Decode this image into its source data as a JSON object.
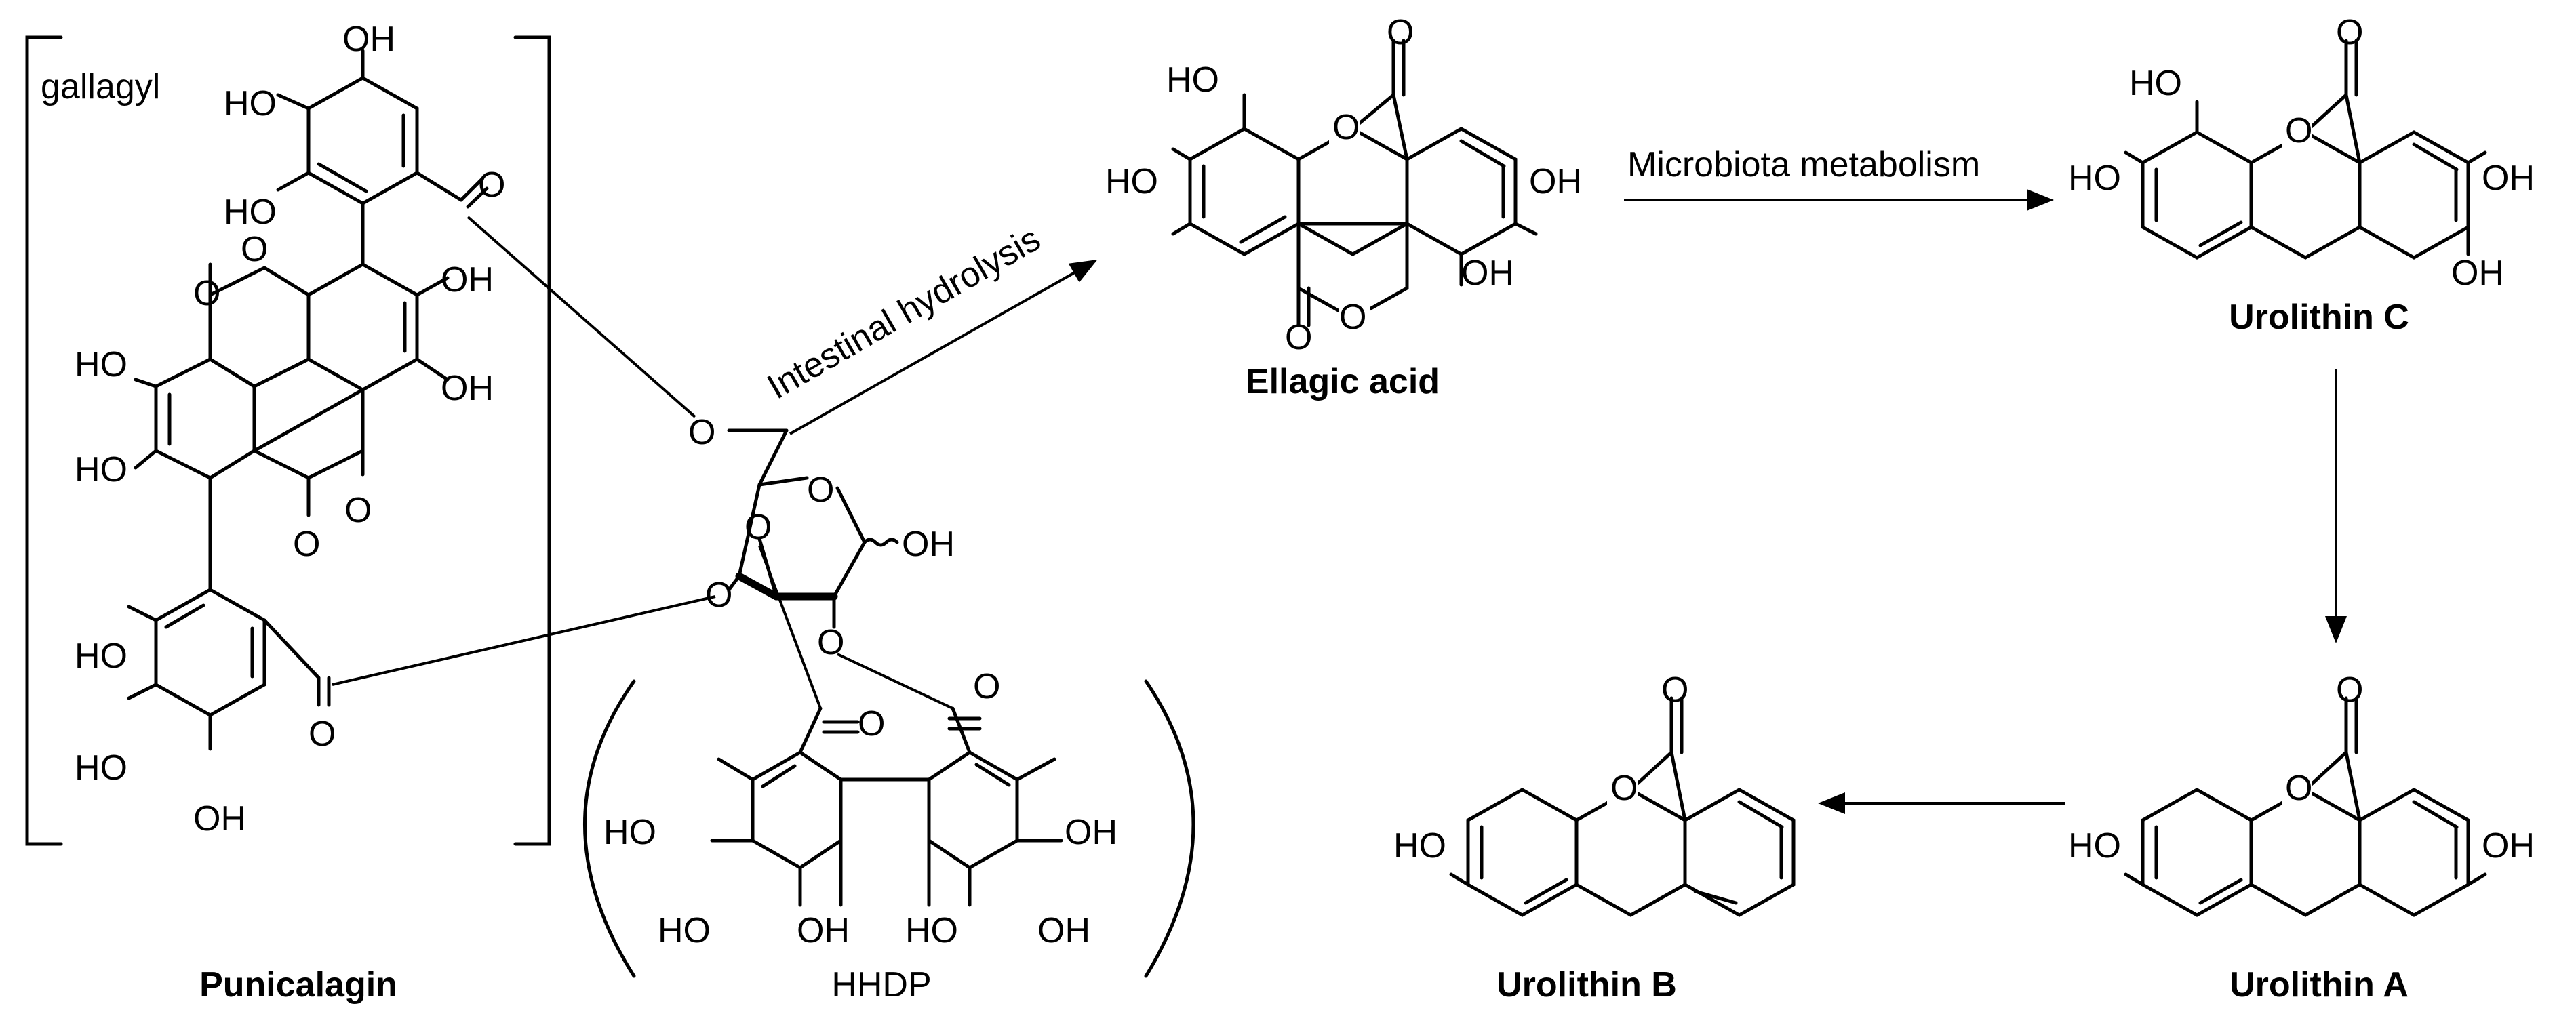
{
  "labels": {
    "gallagyl": "gallagyl",
    "hhdp": "HHDP",
    "punicalagin": "Punicalagin",
    "ellagic_acid": "Ellagic acid",
    "urolithin_c": "Urolithin C",
    "urolithin_a": "Urolithin A",
    "urolithin_b": "Urolithin B"
  },
  "arrows": {
    "hydrolysis": "Intestinal hydrolysis",
    "metabolism": "Microbiota metabolism"
  },
  "atoms": {
    "oh": "OH",
    "ho": "HO",
    "o": "O"
  }
}
